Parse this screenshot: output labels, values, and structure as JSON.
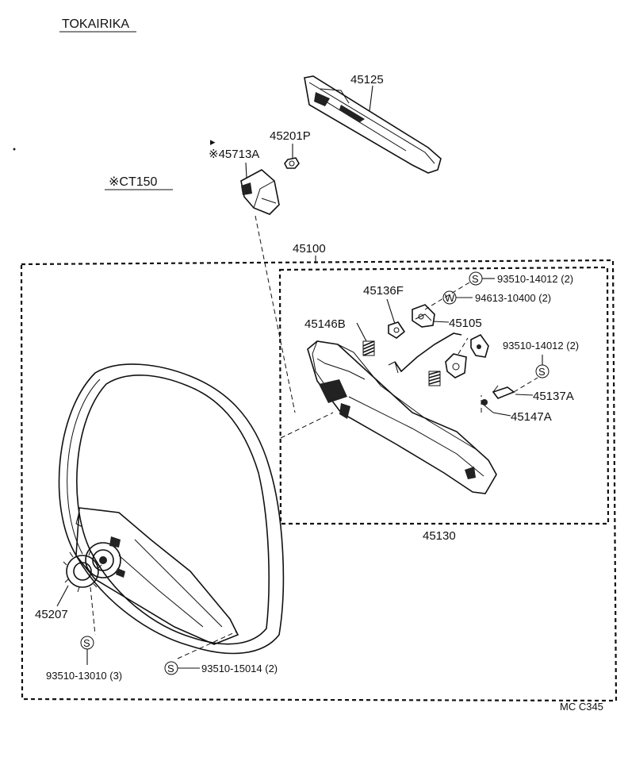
{
  "brand": "TOKAIRIKA",
  "note": "※CT150",
  "drawing_code": "MC C345",
  "labels": {
    "p45125": "45125",
    "p45201P": "45201P",
    "p45713A": "※45713A",
    "p45100": "45100",
    "p45136F": "45136F",
    "p45146B": "45146B",
    "p45105": "45105",
    "p45137A": "45137A",
    "p45147A": "45147A",
    "p45130": "45130",
    "p45207": "45207"
  },
  "screws": {
    "s1": {
      "symbol": "S",
      "part": "93510-14012 (2)"
    },
    "w1": {
      "symbol": "W",
      "part": "94613-10400 (2)"
    },
    "s2": {
      "symbol": "S",
      "part": "93510-14012 (2)"
    },
    "s3": {
      "symbol": "S",
      "part": "93510-13010 (3)"
    },
    "s4": {
      "symbol": "S",
      "part": "93510-15014 (2)"
    }
  },
  "colors": {
    "ink": "#111111",
    "paper": "#ffffff"
  }
}
